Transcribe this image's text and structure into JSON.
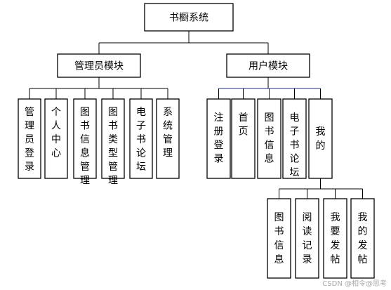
{
  "diagram": {
    "root": {
      "label": "书橱系统"
    },
    "modules": [
      {
        "label": "管理员模块",
        "children": [
          {
            "label": "管理员登录"
          },
          {
            "label": "个人中心"
          },
          {
            "label": "图书信息管理"
          },
          {
            "label": "图书类型管理"
          },
          {
            "label": "电子书论坛"
          },
          {
            "label": "系统管理"
          }
        ]
      },
      {
        "label": "用户模块",
        "children": [
          {
            "label": "注册登录"
          },
          {
            "label": "首页"
          },
          {
            "label": "图书信息"
          },
          {
            "label": "电子书论坛"
          },
          {
            "label": "我的",
            "children": [
              {
                "label": "图书信息"
              },
              {
                "label": "阅读记录"
              },
              {
                "label": "我要发帖"
              },
              {
                "label": "我的发帖"
              }
            ]
          }
        ]
      }
    ]
  },
  "watermark": "CSDN @相令@思考"
}
